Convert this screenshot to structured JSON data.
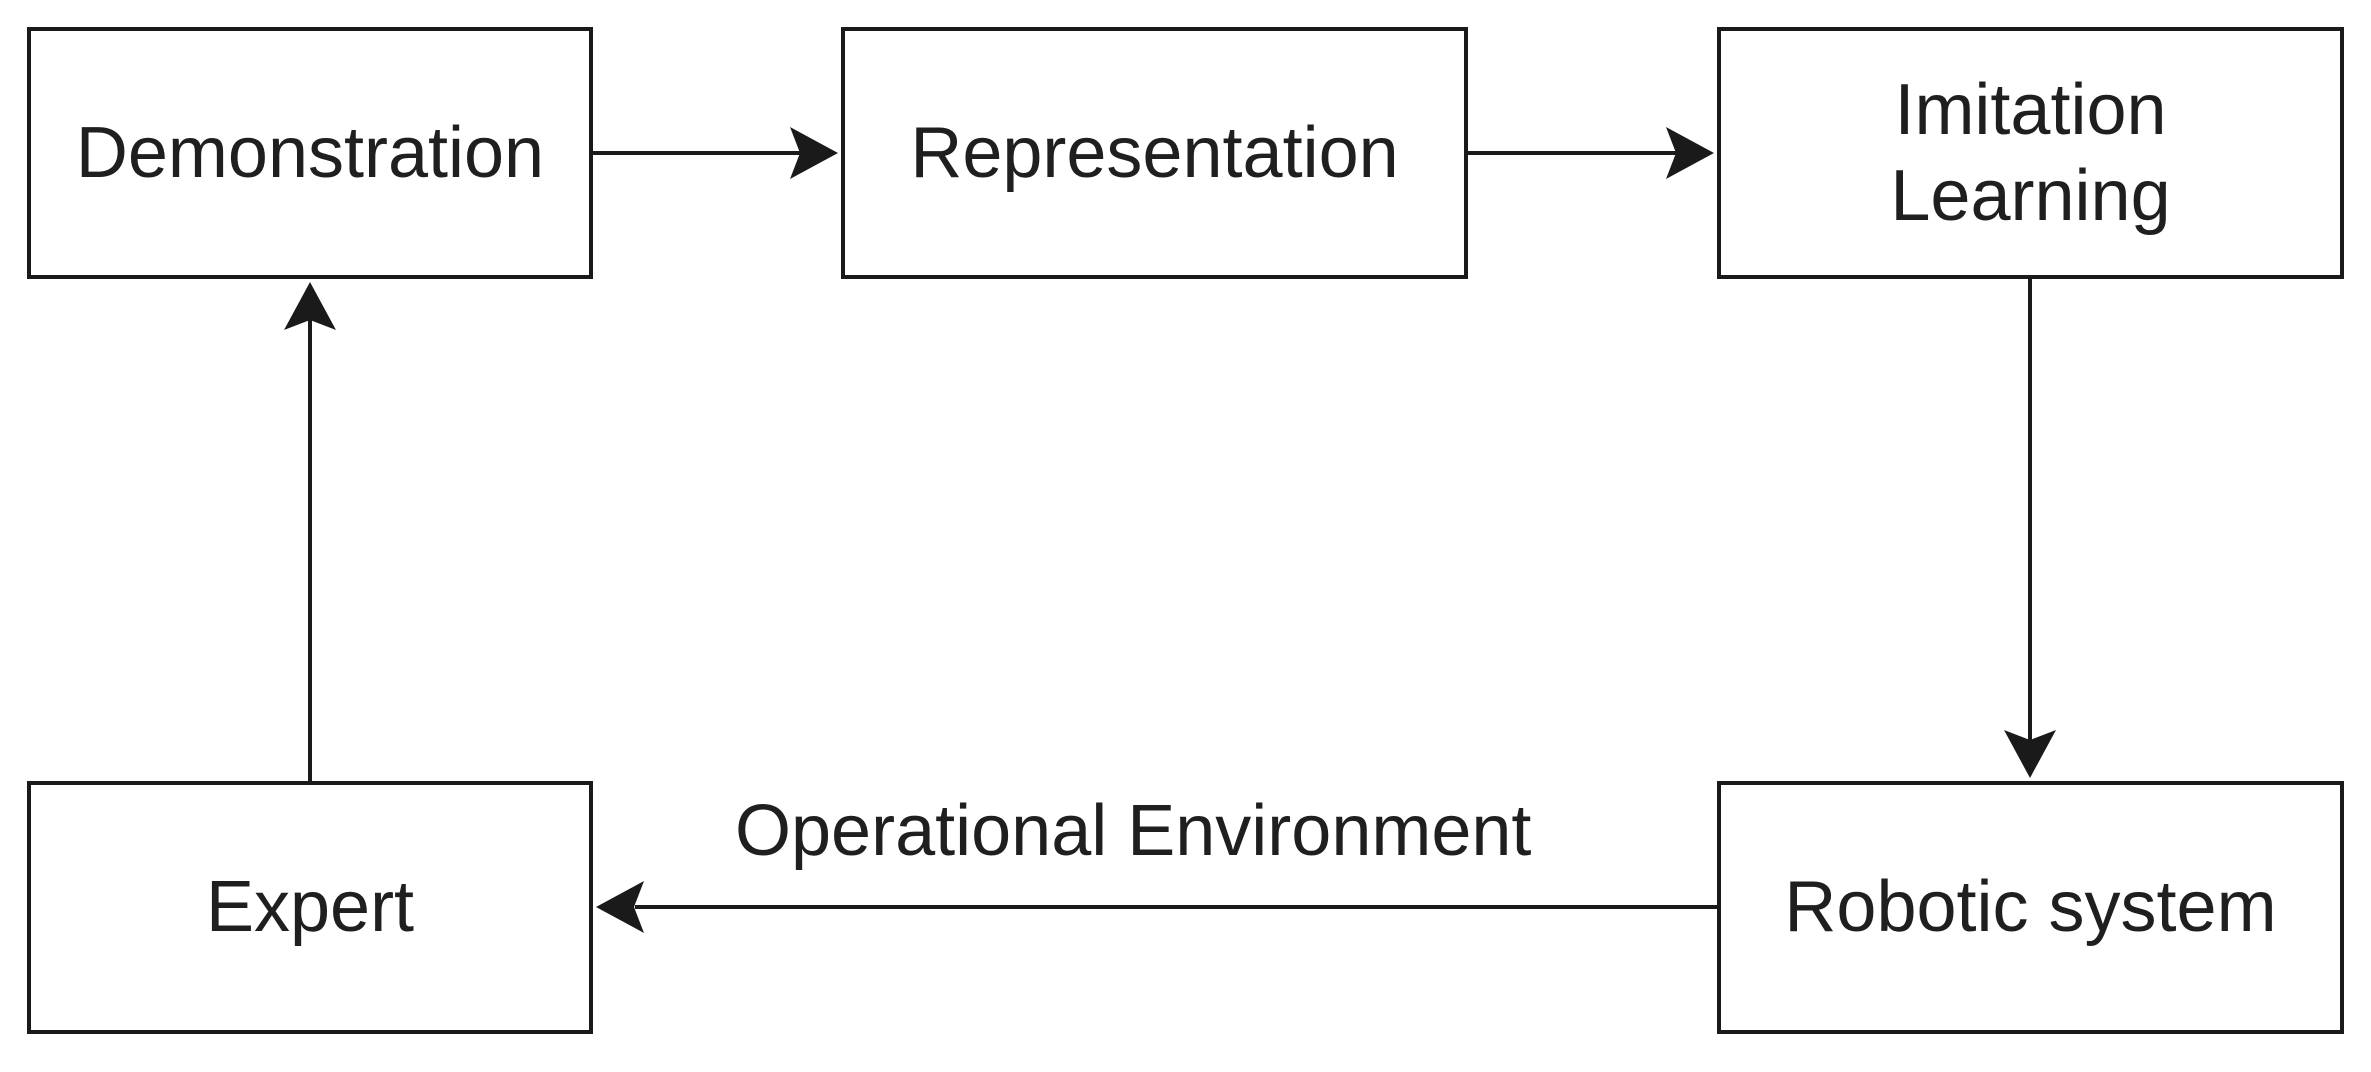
{
  "nodes": {
    "demonstration": "Demonstration",
    "representation": "Representation",
    "imitation_learning": "Imitation\nLearning",
    "robotic_system": "Robotic system",
    "expert": "Expert"
  },
  "edges": {
    "robotic_to_expert_label": "Operational Environment"
  },
  "colors": {
    "stroke": "#1a1a1a",
    "text": "#1f1f1f",
    "background": "#ffffff"
  }
}
